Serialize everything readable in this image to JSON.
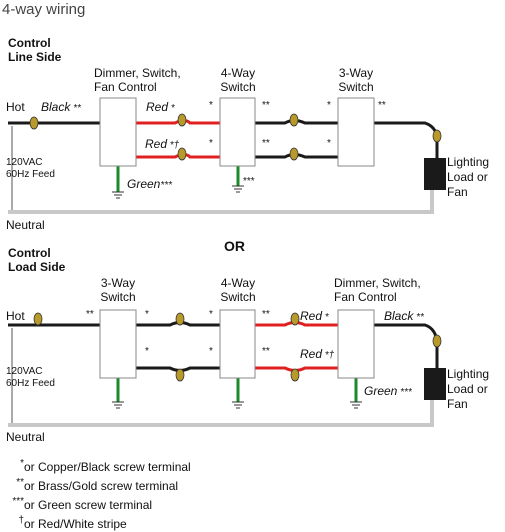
{
  "title": "4-way wiring",
  "colors": {
    "black_wire": "#1a1a1a",
    "red_wire": "#e02020",
    "green_wire": "#1a8a2a",
    "neutral_wire": "#c8c8c8",
    "connector": "#b89a2a",
    "load": "#1a1a1a",
    "device_border": "#888888"
  },
  "top": {
    "section_label": "Control\nLine Side",
    "dimmer_label": "Dimmer, Switch,\nFan Control",
    "fourway_label": "4-Way\nSwitch",
    "threeway_label": "3-Way\nSwitch",
    "hot": "Hot",
    "black": "Black",
    "red_star": "Red",
    "red_dagger": "Red",
    "green": "Green",
    "feed": "120VAC\n60Hz Feed",
    "neutral": "Neutral",
    "load": "Lighting\nLoad or\nFan"
  },
  "or_label": "OR",
  "bottom": {
    "section_label": "Control\nLoad Side",
    "threeway_label": "3-Way\nSwitch",
    "fourway_label": "4-Way\nSwitch",
    "dimmer_label": "Dimmer, Switch,\nFan Control",
    "hot": "Hot",
    "red_star": "Red",
    "red_dagger": "Red",
    "black": "Black",
    "green": "Green",
    "feed": "120VAC\n60Hz Feed",
    "neutral": "Neutral",
    "load": "Lighting\nLoad or\nFan"
  },
  "legend": [
    {
      "mark": "*",
      "text": "or Copper/Black screw terminal"
    },
    {
      "mark": "**",
      "text": "or Brass/Gold screw terminal"
    },
    {
      "mark": "***",
      "text": "or Green screw terminal"
    },
    {
      "mark": "†",
      "text": "or Red/White stripe"
    }
  ]
}
